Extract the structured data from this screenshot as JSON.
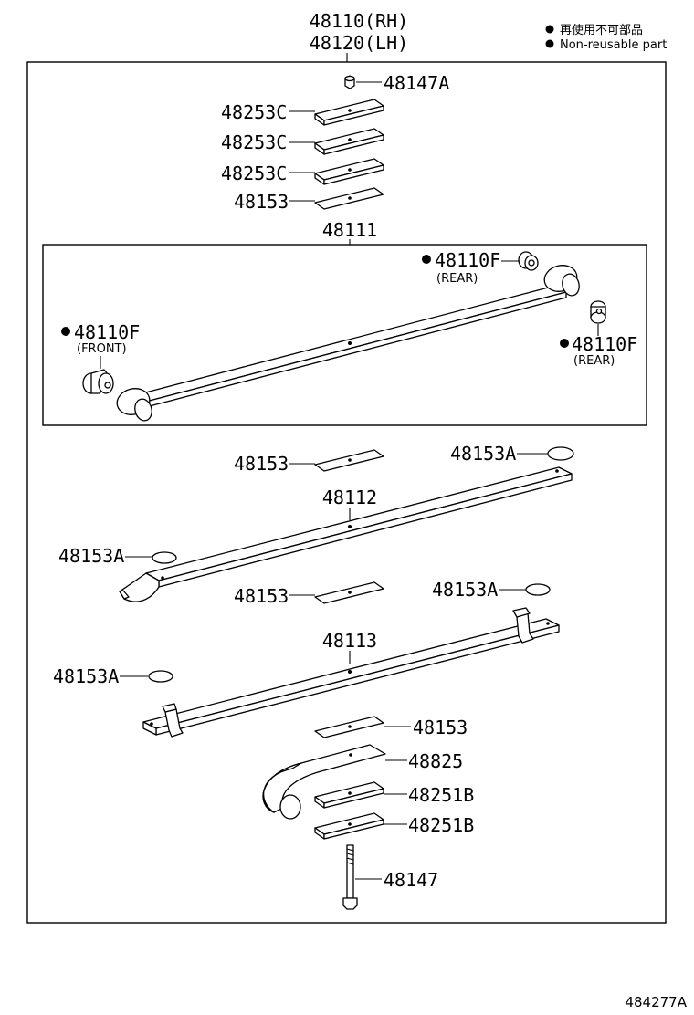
{
  "header": {
    "assembly_rh": "48110(RH)",
    "assembly_lh": "48120(LH)"
  },
  "legend": {
    "japanese": "再使用不可部品",
    "english": "Non-reusable part"
  },
  "parts": {
    "p48147A": "48147A",
    "p48253C_1": "48253C",
    "p48253C_2": "48253C",
    "p48253C_3": "48253C",
    "p48153_top": "48153",
    "p48111": "48111",
    "p48110F_rear_top": "48110F",
    "rear_top_note": "(REAR)",
    "p48110F_front": "48110F",
    "front_note": "(FRONT)",
    "p48110F_rear_right": "48110F",
    "rear_right_note": "(REAR)",
    "p48153_mid1": "48153",
    "p48153A_1": "48153A",
    "p48112": "48112",
    "p48153A_2": "48153A",
    "p48153_mid2": "48153",
    "p48153A_3": "48153A",
    "p48113": "48113",
    "p48153A_4": "48153A",
    "p48153_low": "48153",
    "p48825": "48825",
    "p48251B_1": "48251B",
    "p48251B_2": "48251B",
    "p48147": "48147"
  },
  "figure_number": "484277A"
}
